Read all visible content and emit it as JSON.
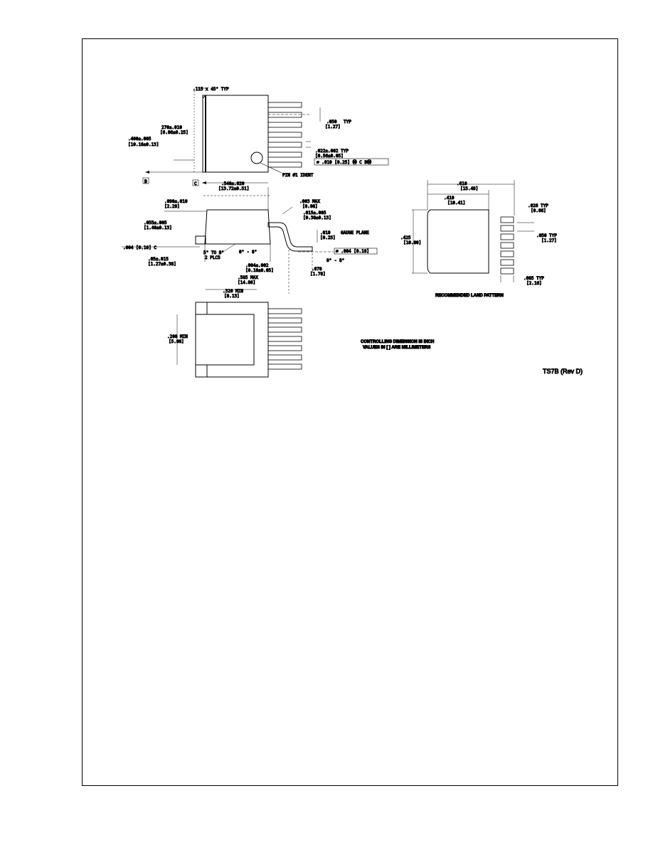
{
  "drawing": {
    "top_view": {
      "chamfer_note": ".115 x 45° TYP",
      "width_dim": "270±.010",
      "width_dim_mm": "[6.86±0.25]",
      "height_dim": ".400±.005",
      "height_dim_mm": "[10.16±0.13]",
      "pitch_dim": ".050",
      "pitch_dim_mm": "[1.27]",
      "pitch_note": "TYP",
      "lead_width_dim": ".022±.002 TYP",
      "lead_width_dim_mm": "[0.56±0.05]",
      "tolerance_frame": "⌀ .010 [0.25] Ⓜ C BⓂ",
      "pin1_note": "PIN #1 IDENT",
      "datum_b": "B",
      "datum_c": "C",
      "length_dim": ".540±.020",
      "length_dim_mm": "[13.72±0.51]"
    },
    "side_view": {
      "stand_dim": ".090±.010",
      "stand_dim_mm": "[2.29]",
      "body_thk_dim": ".055±.005",
      "body_thk_dim_mm": "[1.40±0.13]",
      "coplanarity": ".004 [0.10] C",
      "foot_dim": ".05±.015",
      "foot_dim_mm": "[1.27±0.38]",
      "draft_note": "5° TO 8°",
      "draft_note_mm": "2 PLCS",
      "angle_note": "0° - 8°",
      "lead_height_dim": ".003 MAX",
      "lead_height_dim_mm": "[0.08]",
      "lead_thk_dim": ".015±.005",
      "lead_thk_dim_mm": "[0.38±0.13]",
      "gauge_plane_dim": ".010",
      "gauge_plane_dim_mm": "[0.25]",
      "gauge_plane": "GAUGE PLANE",
      "seat_frame": "⌀ .004 [0.10]",
      "lead_angle": "0° - 8°",
      "offset_dim": ".004±.002",
      "offset_dim_mm": "[0.10±0.05]",
      "foot_len_dim": ".070",
      "foot_len_dim_mm": "[1.78]",
      "overall_dim": ".585 MAX",
      "overall_dim_mm": "[14.86]"
    },
    "bottom_view": {
      "pad_width_dim": ".320 MIN",
      "pad_width_dim_mm": "[8.13]",
      "pad_height_dim": ".200 MIN",
      "pad_height_dim_mm": "[5.08]"
    },
    "land_pattern": {
      "total_width": ".610",
      "total_width_mm": "[15.49]",
      "inner_width": ".410",
      "inner_width_mm": "[10.41]",
      "height_dim": ".425",
      "height_dim_mm": "[10.80]",
      "pad_len_dim": ".026 TYP",
      "pad_len_dim_mm": "[0.66]",
      "pad_pitch_dim": ".050 TYP",
      "pad_pitch_dim_mm": "[1.27]",
      "pad_w_dim": ".085 TYP",
      "pad_w_dim_mm": "[2.16]",
      "title": "RECOMMENDED LAND PATTERN"
    },
    "notes": {
      "line1": "CONTROLLING DIMENSION IS INCH",
      "line2": "VALUES IN [ ] ARE MILLIMETERS"
    },
    "drawing_id": "TS7B (Rev D)"
  }
}
